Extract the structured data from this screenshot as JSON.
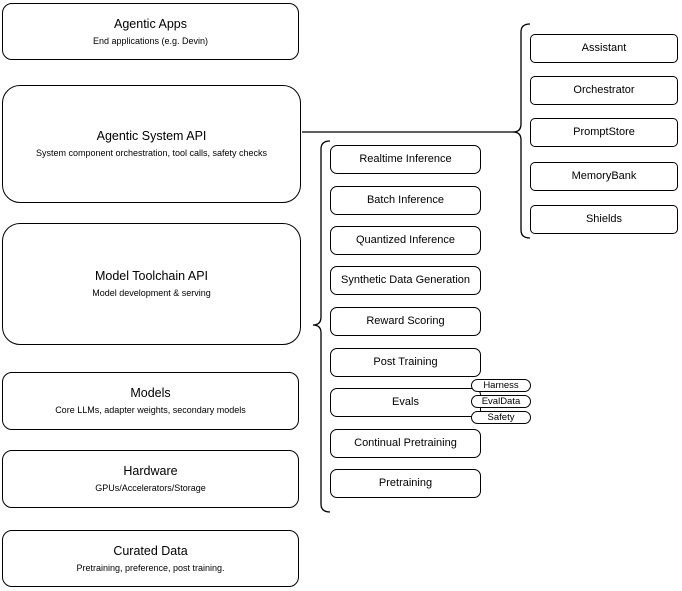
{
  "diagram": {
    "left_column": {
      "boxes": [
        {
          "title": "Agentic Apps",
          "subtitle": "End applications (e.g. Devin)"
        },
        {
          "title": "Agentic System API",
          "subtitle": "System component orchestration, tool calls, safety checks"
        },
        {
          "title": "Model Toolchain API",
          "subtitle": "Model development & serving"
        },
        {
          "title": "Models",
          "subtitle": "Core LLMs, adapter weights, secondary models"
        },
        {
          "title": "Hardware",
          "subtitle": "GPUs/Accelerators/Storage"
        },
        {
          "title": "Curated Data",
          "subtitle": "Pretraining, preference, post training."
        }
      ]
    },
    "toolchain_group": {
      "boxes": [
        "Realtime Inference",
        "Batch Inference",
        "Quantized Inference",
        "Synthetic Data Generation",
        "Reward Scoring",
        "Post Training",
        "Evals",
        "Continual Pretraining",
        "Pretraining"
      ]
    },
    "evals_tags": [
      "Harness",
      "EvalData",
      "Safety"
    ],
    "system_components_group": {
      "boxes": [
        "Assistant",
        "Orchestrator",
        "PromptStore",
        "MemoryBank",
        "Shields"
      ]
    },
    "colors": {
      "stroke": "#000000",
      "fill": "#ffffff",
      "background": "#ffffff"
    }
  }
}
